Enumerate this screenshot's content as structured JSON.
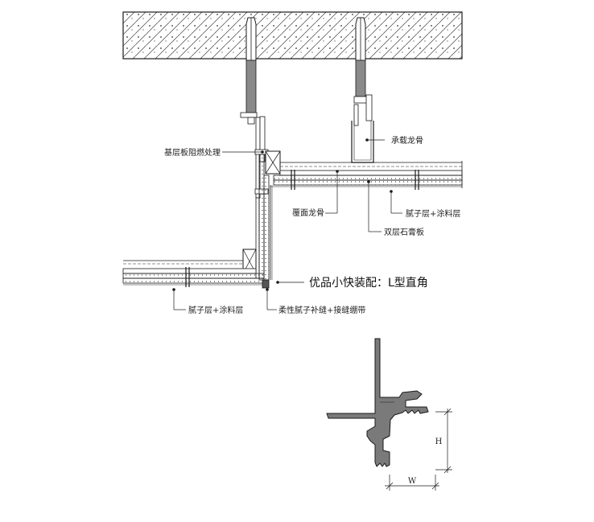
{
  "labels": {
    "base_board_fireproof": "基层板阻燃处理",
    "load_keel": "承载龙骨",
    "cover_keel": "覆面龙骨",
    "putty_paint_right": "腻子层+涂料层",
    "double_gypsum": "双层石膏板",
    "product_title": "优品小快装配：L型直角",
    "putty_paint_left": "腻子层+涂料层",
    "flexible_putty": "柔性腻子补缝+接缝绷带"
  },
  "dimensions": {
    "height": "H",
    "width": "W"
  },
  "colors": {
    "line": "#1a1a1a",
    "profile_fill": "#7a7a7a",
    "hatch": "#555555"
  }
}
